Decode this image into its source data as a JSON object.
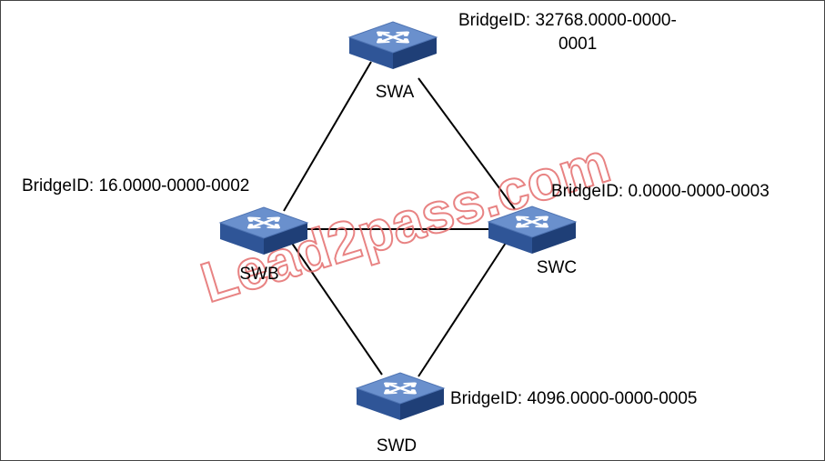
{
  "diagram": {
    "colors": {
      "switch_top": "#6a90cd",
      "switch_front": "#2f5597",
      "switch_side": "#1f3f77",
      "arrow": "#ffffff",
      "link": "#000000",
      "watermark": "#e46e6e"
    },
    "switches": [
      {
        "id": "swa",
        "name": "SWA",
        "bridge_id_line1": "BridgeID: 32768.0000-0000-",
        "bridge_id_line2": "0001"
      },
      {
        "id": "swb",
        "name": "SWB",
        "bridge_id_line1": "BridgeID: 16.0000-0000-0002",
        "bridge_id_line2": ""
      },
      {
        "id": "swc",
        "name": "SWC",
        "bridge_id_line1": "BridgeID: 0.0000-0000-0003",
        "bridge_id_line2": ""
      },
      {
        "id": "swd",
        "name": "SWD",
        "bridge_id_line1": "BridgeID: 4096.0000-0000-0005",
        "bridge_id_line2": ""
      }
    ],
    "links": [
      {
        "from": "SWA",
        "to": "SWB"
      },
      {
        "from": "SWA",
        "to": "SWC"
      },
      {
        "from": "SWB",
        "to": "SWC"
      },
      {
        "from": "SWB",
        "to": "SWD"
      },
      {
        "from": "SWC",
        "to": "SWD"
      }
    ],
    "watermark": "Lead2pass.com"
  }
}
